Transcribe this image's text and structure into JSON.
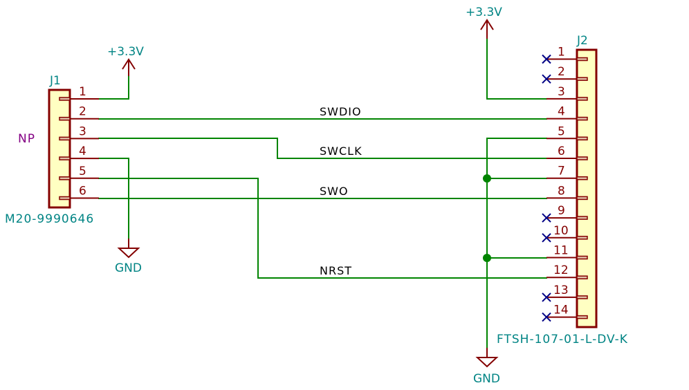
{
  "schematic": {
    "j1": {
      "reference": "J1",
      "value": "M20-9990646",
      "field_np": "NP",
      "pins": [
        "1",
        "2",
        "3",
        "4",
        "5",
        "6"
      ]
    },
    "j2": {
      "reference": "J2",
      "value": "FTSH-107-01-L-DV-K",
      "pins": [
        "1",
        "2",
        "3",
        "4",
        "5",
        "6",
        "7",
        "8",
        "9",
        "10",
        "11",
        "12",
        "13",
        "14"
      ],
      "no_connect_pins": [
        "1",
        "2",
        "9",
        "10",
        "13",
        "14"
      ]
    },
    "power": {
      "left_vcc": "+3.3V",
      "left_gnd": "GND",
      "right_vcc": "+3.3V",
      "right_gnd": "GND"
    },
    "nets": {
      "swdio": "SWDIO",
      "swclk": "SWCLK",
      "swo": "SWO",
      "nrst": "NRST"
    },
    "colors": {
      "wire": "#008400",
      "pin": "#840000",
      "body_fill": "#ffffc2",
      "text_field": "#008484",
      "no_connect": "#000084",
      "np_field": "#840084"
    }
  }
}
